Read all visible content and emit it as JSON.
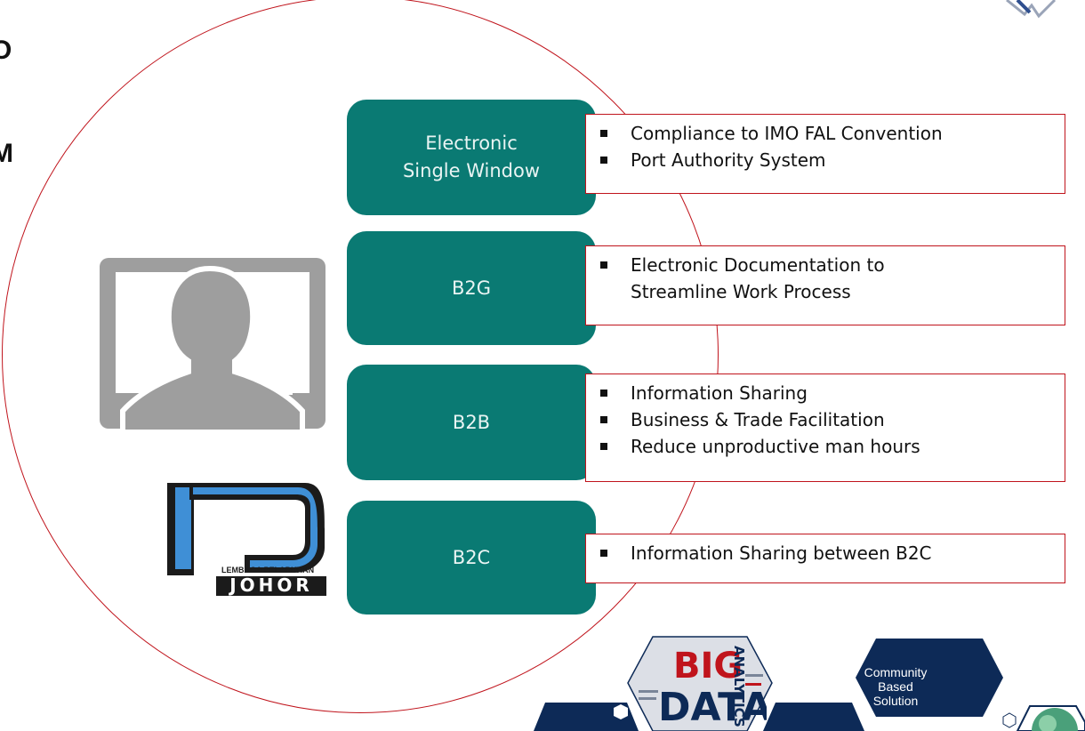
{
  "cut_text": [
    "O",
    "M"
  ],
  "pills": [
    {
      "id": "esw",
      "label": "Electronic\nSingle Window"
    },
    {
      "id": "b2g",
      "label": "B2G"
    },
    {
      "id": "b2b",
      "label": "B2B"
    },
    {
      "id": "b2c",
      "label": "B2C"
    }
  ],
  "boxes": [
    {
      "items": [
        "Compliance to IMO FAL Convention",
        "Port Authority System"
      ]
    },
    {
      "items": [
        "Electronic Documentation to\nStreamline Work Process"
      ]
    },
    {
      "items": [
        "Information Sharing",
        "Business & Trade Facilitation",
        "Reduce unproductive man hours"
      ]
    },
    {
      "items": [
        "Information Sharing between B2C"
      ]
    }
  ],
  "logo": {
    "line1": "LEMBAGA PELABUHAN",
    "line2": "JOHOR"
  },
  "hex": {
    "community_label": "Community\nBased\nSolution"
  },
  "big_data": {
    "word1": "BIG",
    "word2": "DATA",
    "side_word": "ANALYTICS"
  },
  "colors": {
    "teal": "#0a7a73",
    "red": "#c0141c",
    "navy": "#0d2a57",
    "gray": "#9e9e9e"
  }
}
